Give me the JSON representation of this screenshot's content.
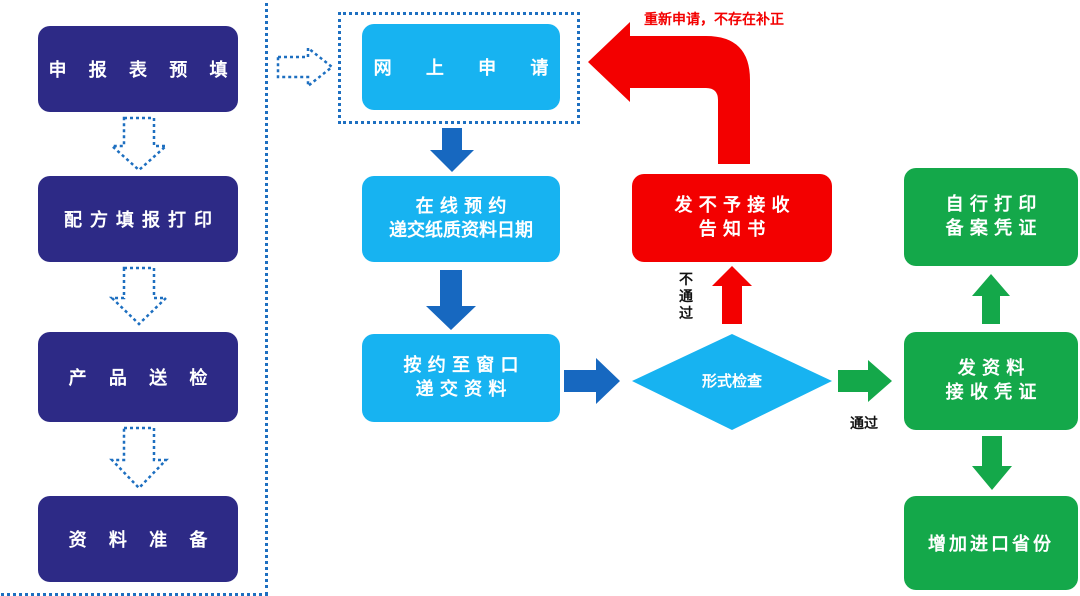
{
  "left_steps": [
    "申 报 表 预 填",
    "配方填报打印",
    "产 品 送 检",
    "资 料 准 备"
  ],
  "online_apply": "网 上 申 请",
  "reserve": {
    "line1": "在 线 预 约",
    "line2": "递交纸质资料日期"
  },
  "submit_window": {
    "line1": "按 约 至 窗 口",
    "line2": "递 交 资 料"
  },
  "form_check": "形式检查",
  "reject_notice": {
    "line1": "发 不 予 接 收",
    "line2": "告    知    书"
  },
  "reapply_note": "重新申请，不存在补正",
  "fail_label": "不通过",
  "pass_label": "通过",
  "receipt": {
    "line1": "发    资    料",
    "line2": "接 收 凭 证"
  },
  "print_receipt": {
    "line1": "自 行 打 印",
    "line2": "备 案 凭 证"
  },
  "add_province": "增加进口省份",
  "colors": {
    "navy": "#2d2a86",
    "sky": "#17b3f1",
    "red": "#f30000",
    "green": "#14a84a",
    "blue_arrow": "#1768c0"
  }
}
